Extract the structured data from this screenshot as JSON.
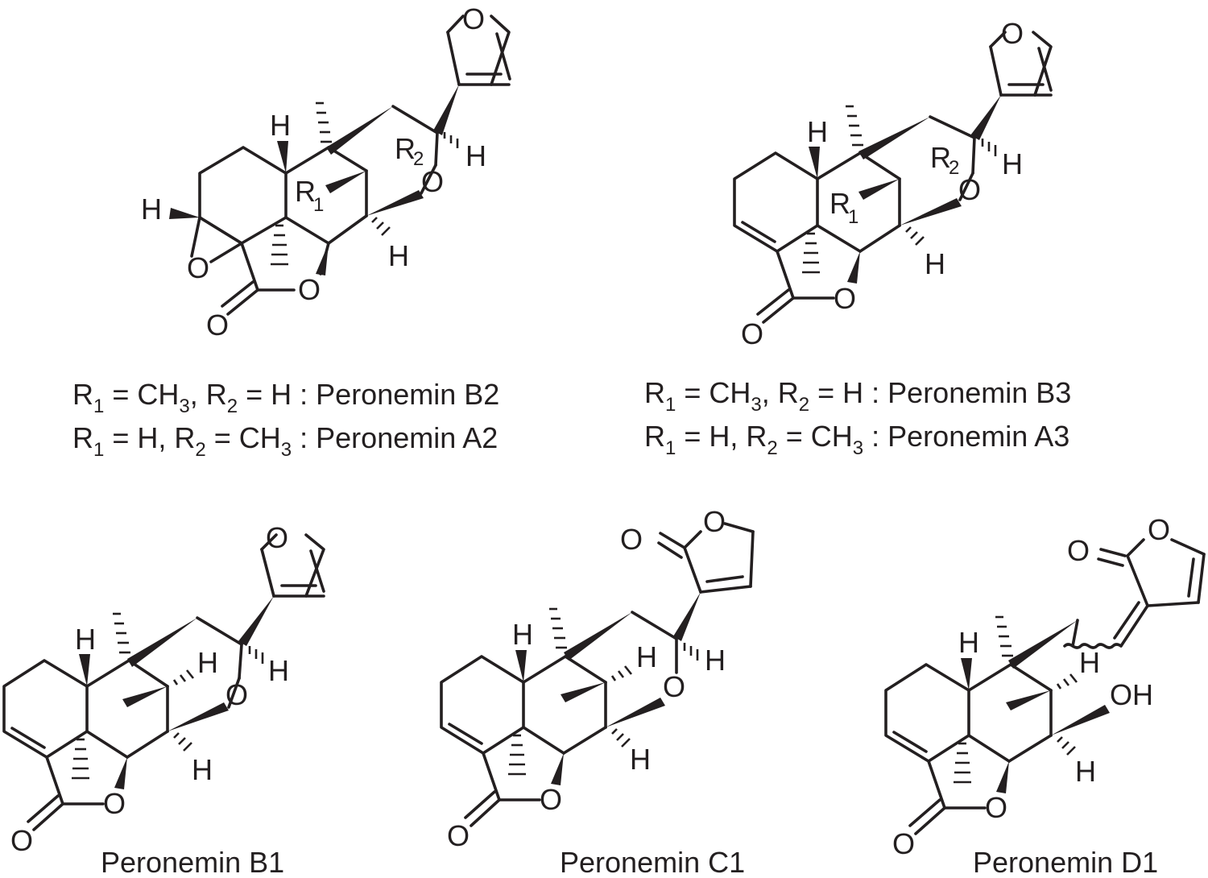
{
  "atoms": {
    "oxygen": "O",
    "hydrogen": "H",
    "hydroxyl": "OH",
    "r_symbol": "R",
    "sub1": "1",
    "sub2": "2"
  },
  "legend_b2_a2": {
    "line1": {
      "r1": "R",
      "r1_sub": "1",
      "eq1": " = CH",
      "ch3_sub": "3",
      "comma": ", R",
      "r2_sub": "2",
      "eq2": " = H : Peronemin B2"
    },
    "line2": {
      "r1": "R",
      "r1_sub": "1",
      "eq1": " = H, R",
      "r2_sub": "2",
      "eq2": " = CH",
      "ch3_sub": "3",
      "tail": " : Peronemin A2"
    }
  },
  "legend_b3_a3": {
    "line1": {
      "r1": "R",
      "r1_sub": "1",
      "eq1": " = CH",
      "ch3_sub": "3",
      "comma": ", R",
      "r2_sub": "2",
      "eq2": " = H : Peronemin B3"
    },
    "line2": {
      "r1": "R",
      "r1_sub": "1",
      "eq1": " = H, R",
      "r2_sub": "2",
      "eq2": " = CH",
      "ch3_sub": "3",
      "tail": " : Peronemin A3"
    }
  },
  "captions": {
    "b1": "Peronemin B1",
    "c1": "Peronemin C1",
    "d1": "Peronemin D1"
  }
}
